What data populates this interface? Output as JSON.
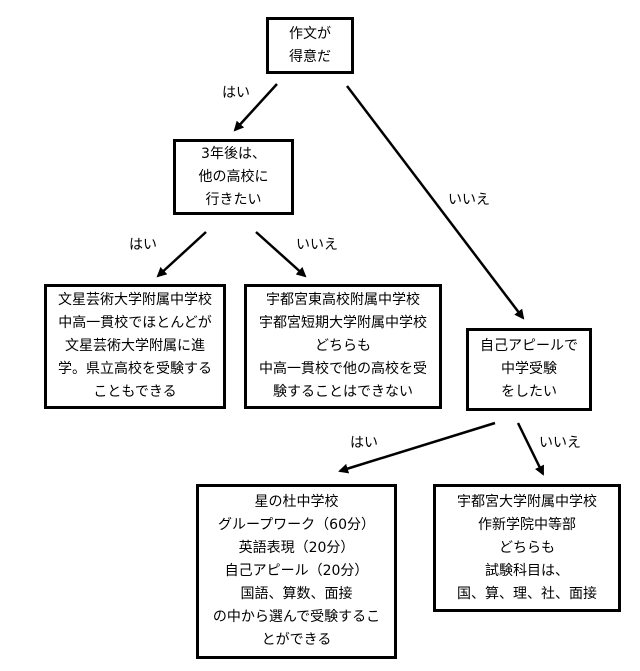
{
  "nodes": {
    "start": {
      "lines": [
        "作文が",
        "得意だ"
      ]
    },
    "q_3nen": {
      "lines": [
        "3年後は、",
        "他の高校に",
        "行きたい"
      ]
    },
    "bunsei": {
      "lines": [
        "文星芸術大学附属中学校",
        "中高一貫校でほとんどが",
        "文星芸術大学附属に進",
        "学。県立高校を受験する",
        "こともできる"
      ]
    },
    "utsunomiya_higashi": {
      "lines": [
        "宇都宮東高校附属中学校",
        "宇都宮短期大学附属中学校",
        "どちらも",
        "中高一貫校で他の高校を受",
        "験することはできない"
      ]
    },
    "q_jiko": {
      "lines": [
        "自己アピールで",
        "中学受験",
        "をしたい"
      ]
    },
    "hoshinomori": {
      "lines": [
        "星の杜中学校",
        "グループワーク（60分）",
        "英語表現（20分）",
        "自己アピール（20分）",
        "国語、算数、面接",
        "の中から選んで受験するこ",
        "とができる"
      ]
    },
    "utsunomiya_univ": {
      "lines": [
        "宇都宮大学附属中学校",
        "作新学院中等部",
        "どちらも",
        "試験科目は、",
        "国、算、理、社、面接"
      ]
    }
  },
  "edges": {
    "start_yes": "はい",
    "start_no": "いいえ",
    "q3_yes": "はい",
    "q3_no": "いいえ",
    "jiko_yes": "はい",
    "jiko_no": "いいえ"
  }
}
